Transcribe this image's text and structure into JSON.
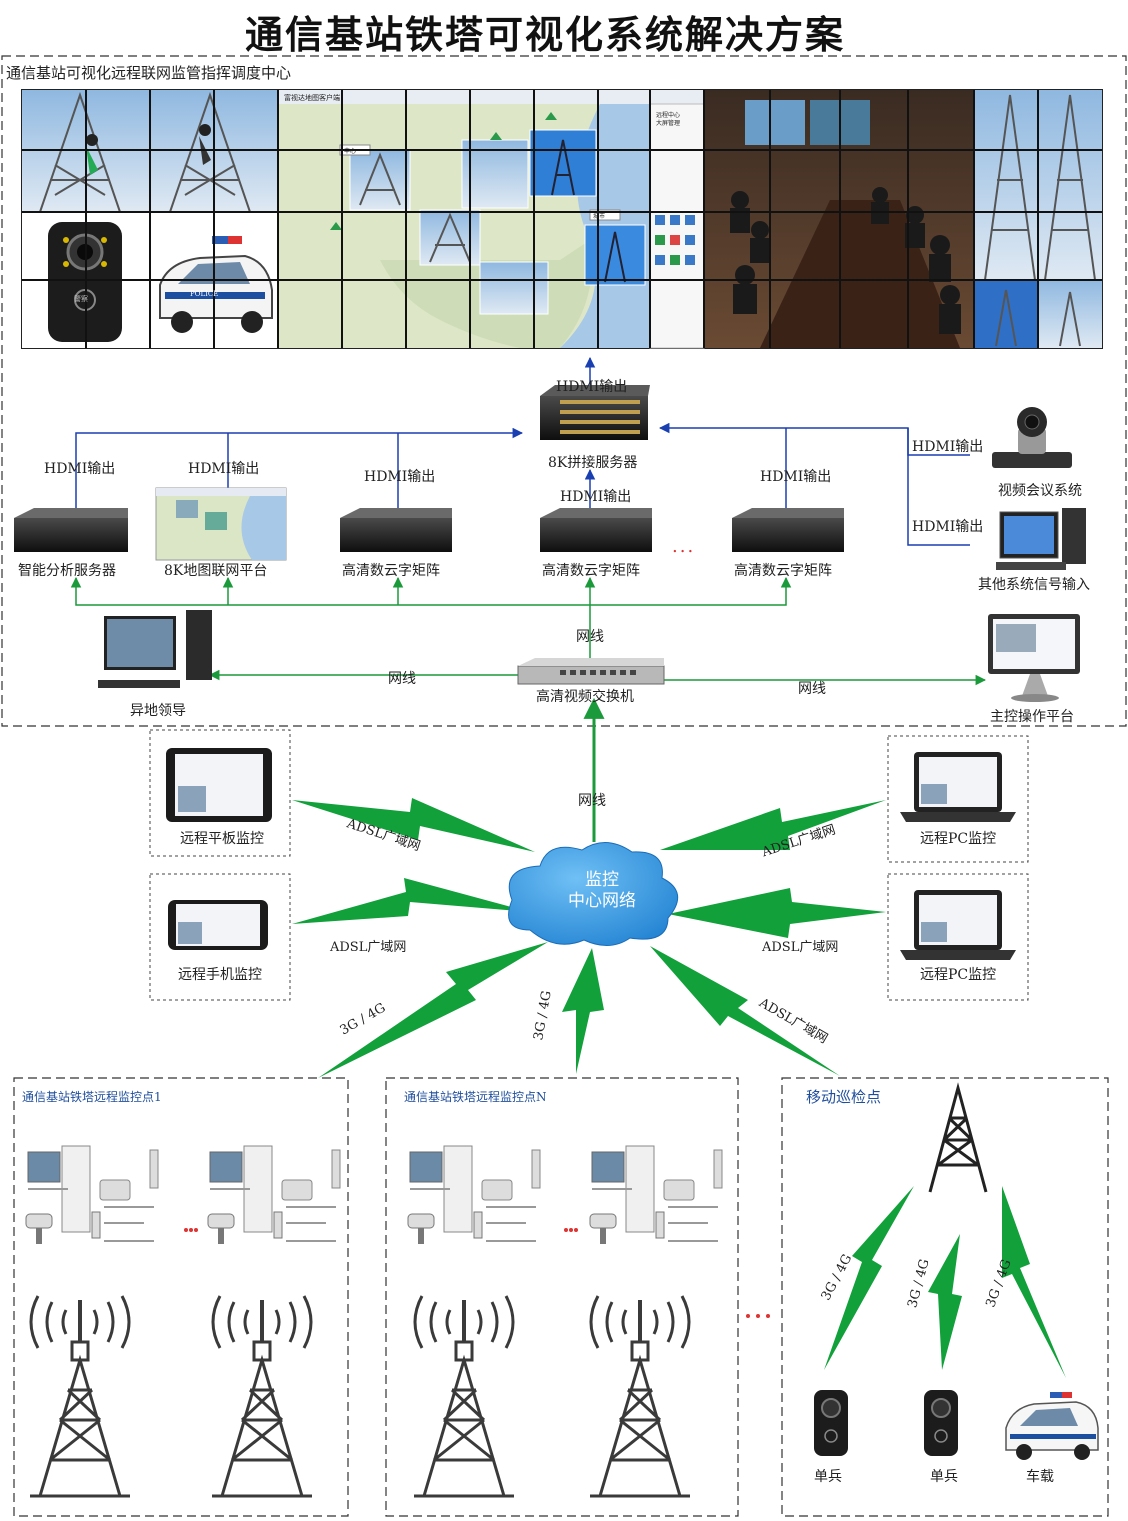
{
  "title": "通信基站铁塔可视化系统解决方案",
  "center": {
    "label": "通信基站可视化远程联网监管指挥调度中心",
    "map_window_title": "富视达地图客户端",
    "map_panel_item1": "远程中心",
    "map_panel_item2": "大屏管理",
    "map_city_1": "中心",
    "map_city_2": "城市",
    "badge": "警察",
    "car_badge": "POLICE",
    "devices": {
      "splice_server": "8K拼接服务器",
      "analysis_server": "智能分析服务器",
      "map_platform": "8K地图联网平台",
      "matrix1": "高清数云字矩阵",
      "matrix2": "高清数云字矩阵",
      "matrix3": "高清数云字矩阵",
      "video_conf": "视频会议系统",
      "other_input": "其他系统信号输入",
      "switch": "高清视频交换机",
      "remote_leader": "异地领导",
      "main_console": "主控操作平台"
    },
    "links": {
      "hdmi": "HDMI输出",
      "net": "网线",
      "ellipsis": "..."
    }
  },
  "cloud": {
    "line1": "监控",
    "line2": "中心网络"
  },
  "remote": {
    "tablet": "远程平板监控",
    "phone": "远程手机监控",
    "pc1": "远程PC监控",
    "pc2": "远程PC监控"
  },
  "wan": {
    "adsl": "ADSL广域网",
    "g34": "3G / 4G"
  },
  "sites": {
    "site1": "通信基站铁塔远程监控点1",
    "siteN": "通信基站铁塔远程监控点N",
    "mobile": "移动巡检点",
    "soldier1": "单兵",
    "soldier2": "单兵",
    "vehicle": "车载",
    "dots": "..."
  },
  "colors": {
    "arrow": "#1a3fb0",
    "green_link": "#1a9a3a",
    "bolt": "#12a03a",
    "cloud": "#2a8fdc",
    "accent_text": "#1f4e9c"
  }
}
